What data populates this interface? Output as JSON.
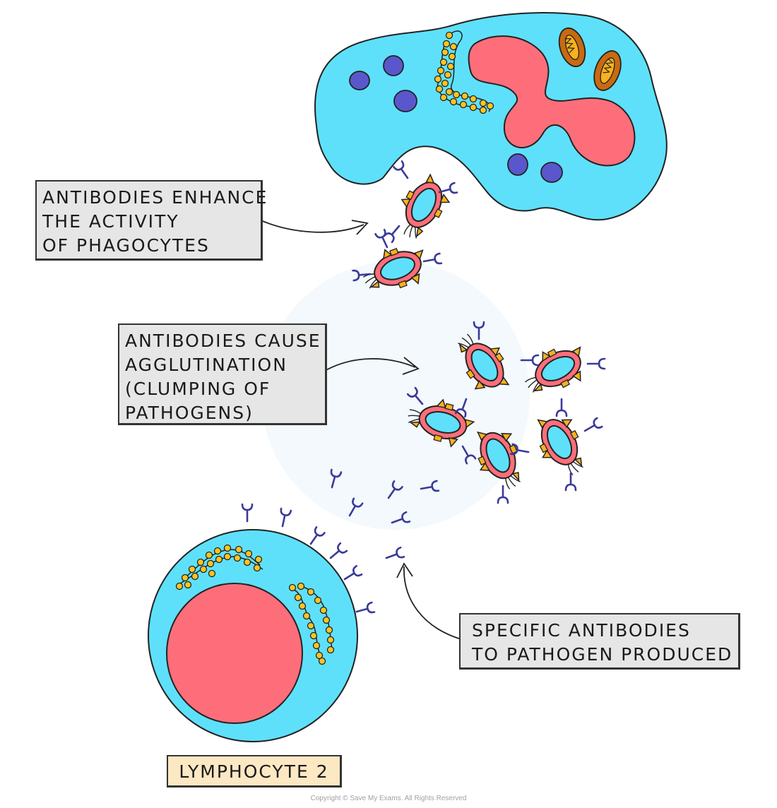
{
  "labels": {
    "phagocytes": [
      "ANTIBODIES ENHANCE",
      "THE ACTIVITY",
      "OF PHAGOCYTES"
    ],
    "agglutination": [
      "ANTIBODIES CAUSE",
      "AGGLUTINATION",
      "(CLUMPING OF",
      "PATHOGENS)"
    ],
    "specific": [
      "SPECIFIC ANTIBODIES",
      "TO PATHOGEN PRODUCED"
    ],
    "lymphocyte": "LYMPHOCYTE 2"
  },
  "copyright": "Copyright © Save My Exams. All Rights Reserved",
  "colors": {
    "cytoplasm": "#5ee0fb",
    "nucleus": "#fd6e7a",
    "granule": "#5a57cc",
    "mitochondrion": "#c86a12",
    "ribosome": "#fcc420",
    "antibody": "#3a3a9a",
    "label_bg": "#e6e6e6",
    "lymphocyte_label_bg": "#fde8c4"
  }
}
